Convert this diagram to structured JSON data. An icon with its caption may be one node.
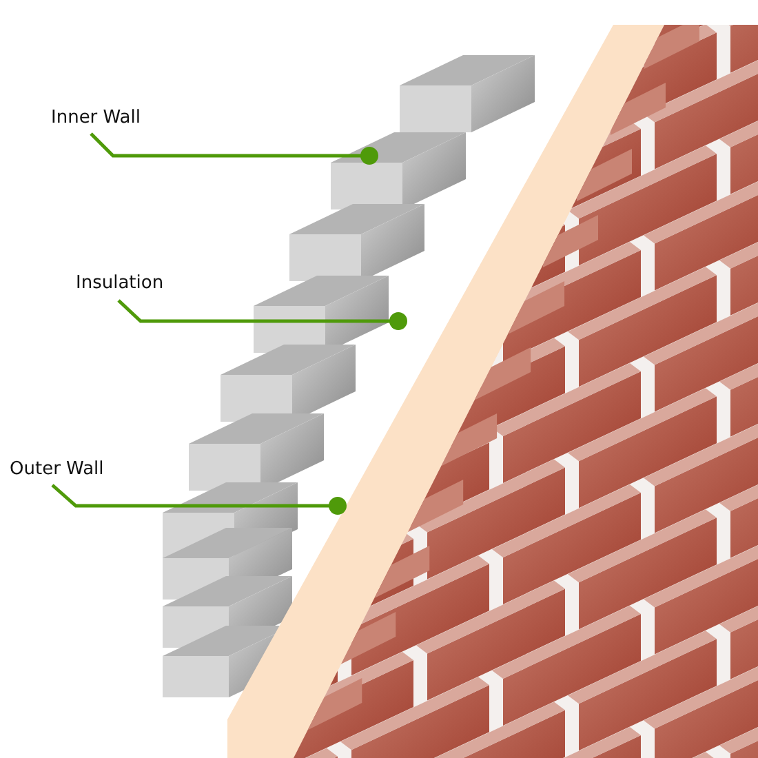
{
  "diagram": {
    "nodes": [
      {
        "text": [
          "Inner Wall"
        ]
      },
      {
        "text": [
          "Insulation"
        ]
      },
      {
        "text": [
          "Outer Wall"
        ]
      },
      {
        "text": [],
        "shape": "picture"
      },
      {
        "text": [],
        "shape": "picture"
      },
      {
        "text": [],
        "shape": "picture"
      }
    ],
    "edges": [
      {
        "from": 0,
        "to": 3,
        "arrow": "other"
      },
      {
        "from": 1,
        "to": 4,
        "arrow": "other"
      },
      {
        "from": 2,
        "to": 5,
        "arrow": "other"
      }
    ]
  }
}
